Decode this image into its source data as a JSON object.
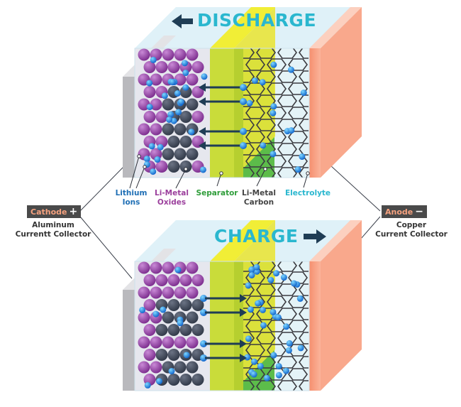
{
  "titles": {
    "discharge": "DISCHARGE",
    "charge": "CHARGE"
  },
  "labels": {
    "lithium_ions": [
      "Lithium",
      "Ions"
    ],
    "li_metal_oxides": [
      "Li-Metal",
      "Oxides"
    ],
    "separator": "Separator",
    "li_metal_carbon": [
      "Li-Metal",
      "Carbon"
    ],
    "electrolyte": "Electrolyte"
  },
  "cathode": {
    "badge": "Cathode",
    "sign": "+",
    "collector": [
      "Aluminum",
      "Currentt Collector"
    ]
  },
  "anode": {
    "badge": "Anode",
    "sign": "−",
    "collector": [
      "Copper",
      "Current Collector"
    ]
  },
  "colors": {
    "title": "#2ab7cf",
    "lithium_ions_label": "#1f6fb5",
    "oxides_label": "#9b3f9c",
    "separator_label": "#2f9d3a",
    "carbon_label": "#444444",
    "electrolyte_label": "#2ab7cf",
    "arrow": "#1f3d55",
    "separator_yellow": "#f1ee36",
    "separator_green": "#c9dc3a",
    "carbon_green": "#5cbc4a",
    "anode_copper": "#f58f6f",
    "cathode_gray": "#b9b9bd",
    "electrolyte_bg": "#cfe9f3"
  }
}
